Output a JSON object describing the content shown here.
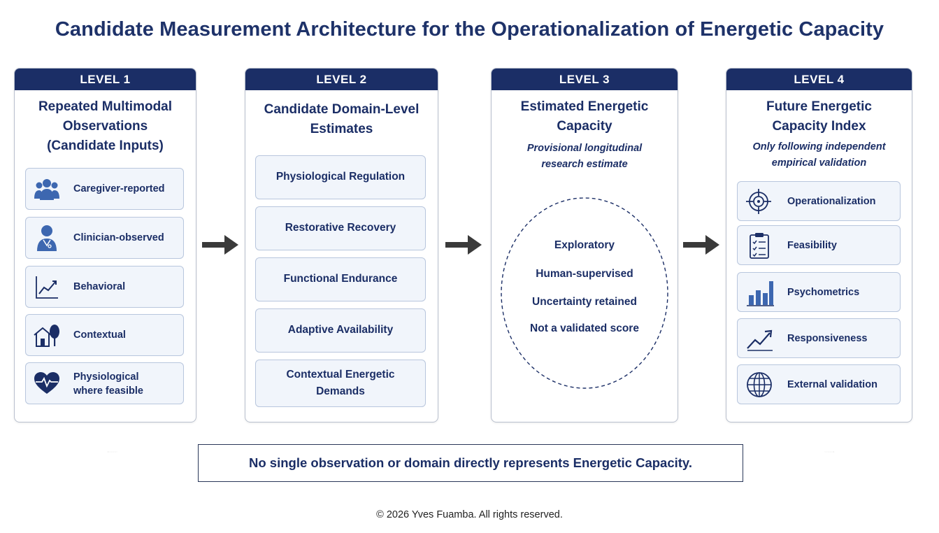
{
  "title": "Candidate Measurement Architecture for the Operationalization of Energetic Capacity",
  "levels": [
    {
      "header": "LEVEL 1",
      "title_lines": [
        "Repeated Multimodal",
        "Observations",
        "(Candidate Inputs)"
      ],
      "items": [
        {
          "label": "Caregiver-reported",
          "icon": "people-icon"
        },
        {
          "label": "Clinician-observed",
          "icon": "clinician-icon"
        },
        {
          "label": "Behavioral",
          "icon": "line-chart-icon"
        },
        {
          "label": "Contextual",
          "icon": "house-tree-icon"
        },
        {
          "label_lines": [
            "Physiological",
            "where feasible"
          ],
          "icon": "heart-pulse-icon"
        }
      ]
    },
    {
      "header": "LEVEL 2",
      "title_lines": [
        "Candidate Domain-Level",
        "Estimates"
      ],
      "items": [
        {
          "label": "Physiological Regulation"
        },
        {
          "label": "Restorative Recovery"
        },
        {
          "label": "Functional Endurance"
        },
        {
          "label": "Adaptive Availability"
        },
        {
          "label_lines": [
            "Contextual Energetic",
            "Demands"
          ]
        }
      ]
    },
    {
      "header": "LEVEL 3",
      "title_lines": [
        "Estimated Energetic",
        "Capacity"
      ],
      "subtitle_lines": [
        "Provisional longitudinal",
        "research estimate"
      ],
      "ellipse_lines": [
        "Exploratory",
        "Human-supervised",
        "Uncertainty retained",
        "Not a validated score"
      ]
    },
    {
      "header": "LEVEL 4",
      "title_lines": [
        "Future Energetic",
        "Capacity Index"
      ],
      "subtitle_lines": [
        "Only following independent",
        "empirical validation"
      ],
      "items": [
        {
          "label": "Operationalization",
          "icon": "target-icon"
        },
        {
          "label": "Feasibility",
          "icon": "clipboard-icon"
        },
        {
          "label": "Psychometrics",
          "icon": "bar-chart-icon"
        },
        {
          "label": "Responsiveness",
          "icon": "trend-up-icon"
        },
        {
          "label": "External validation",
          "icon": "globe-icon"
        }
      ]
    }
  ],
  "notice": "No single observation or domain directly represents Energetic Capacity.",
  "copyright": "© 2026 Yves Fuamba. All rights reserved.",
  "colors": {
    "navy": "#1b2e66",
    "item_bg": "#f1f5fb",
    "item_border": "#b8c6dd",
    "arrow": "#3a3a3a"
  }
}
